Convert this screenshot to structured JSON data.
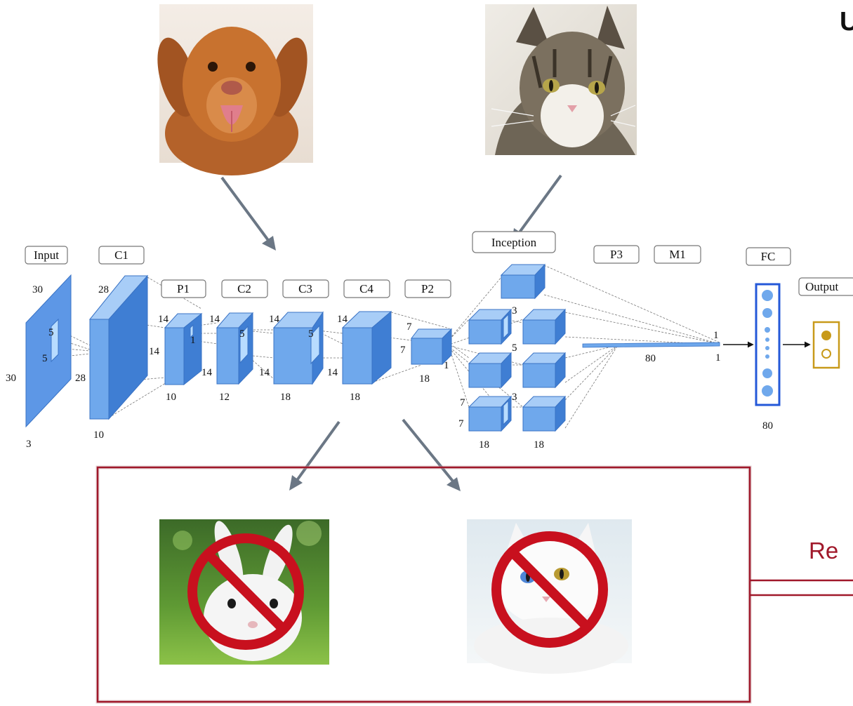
{
  "layers": {
    "input": "Input",
    "c1": "C1",
    "p1": "P1",
    "c2": "C2",
    "c3": "C3",
    "c4": "C4",
    "p2": "P2",
    "inception": "Inception",
    "p3": "P3",
    "m1": "M1",
    "fc": "FC",
    "output": "Output"
  },
  "dims": {
    "input_h": "30",
    "input_w": "30",
    "input_kw": "5",
    "input_kh": "5",
    "input_d": "3",
    "c1_h": "28",
    "c1_w": "28",
    "c1_d": "10",
    "p1_h": "14",
    "p1_w": "14",
    "p1_k": "1",
    "p1_d": "10",
    "c2_h": "14",
    "c2_w": "14",
    "c2_k": "5",
    "c2_d": "12",
    "c3_h": "14",
    "c3_w": "14",
    "c3_k": "5",
    "c3_d": "18",
    "c4_h": "14",
    "c4_w": "14",
    "c4_d": "18",
    "p2_h": "7",
    "p2_w": "7",
    "p2_k": "1",
    "p2_d": "18",
    "inc_a": "3",
    "inc_b": "5",
    "inc_c": "3",
    "inc_h": "7",
    "inc_w": "7",
    "inc_d1": "18",
    "inc_d2": "18",
    "p3_size": "80",
    "m1_a": "1",
    "m1_b": "1",
    "fc_size": "80"
  },
  "photos": {
    "dog": "dog photo",
    "cat": "tabby cat photo",
    "rabbit": "white rabbit photo",
    "white_cat": "white cat photo"
  },
  "cut_text": {
    "top": "U",
    "red": "Re"
  },
  "colors": {
    "block_front": "#6fa8ec",
    "block_top": "#a8cdf7",
    "block_side": "#3f7ed3",
    "arrow": "#6b7785",
    "frame": "#a0182a",
    "prohibit": "#c8101e",
    "output": "#c89a1a",
    "fc": "#2458d8"
  }
}
